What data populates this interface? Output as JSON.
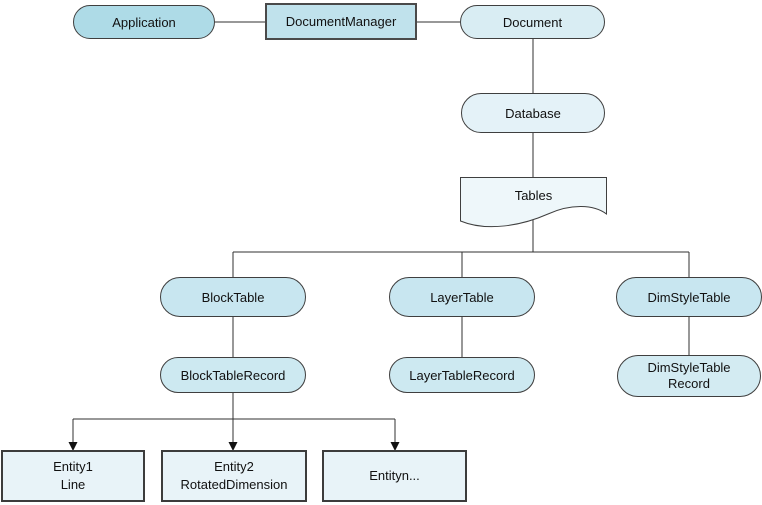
{
  "diagram": {
    "nodes": {
      "application": {
        "label": "Application"
      },
      "document_manager": {
        "label": "DocumentManager"
      },
      "document": {
        "label": "Document"
      },
      "database": {
        "label": "Database"
      },
      "tables": {
        "label": "Tables"
      },
      "block_table": {
        "label": "BlockTable"
      },
      "layer_table": {
        "label": "LayerTable"
      },
      "dim_style_table": {
        "label": "DimStyleTable"
      },
      "block_table_record": {
        "label": "BlockTableRecord"
      },
      "layer_table_record": {
        "label": "LayerTableRecord"
      },
      "dim_style_table_record": {
        "line1": "DimStyleTable",
        "line2": "Record"
      },
      "entity1": {
        "line1": "Entity1",
        "line2": "Line"
      },
      "entity2": {
        "line1": "Entity2",
        "line2": "RotatedDimension"
      },
      "entityn": {
        "label": "Entityn..."
      }
    },
    "colors": {
      "fill_application": "#aedbe7",
      "fill_document_manager": "#c0e2ec",
      "fill_document": "#d9edf3",
      "fill_database": "#e4f2f8",
      "fill_tables_shape": "#eef7fa",
      "fill_table_row": "#c8e6f0",
      "fill_record_row": "#cde9f1",
      "fill_entity_box": "#e8f3f8",
      "border": "#3f3f3f",
      "connector": "#303030",
      "background": "#ffffff"
    }
  }
}
